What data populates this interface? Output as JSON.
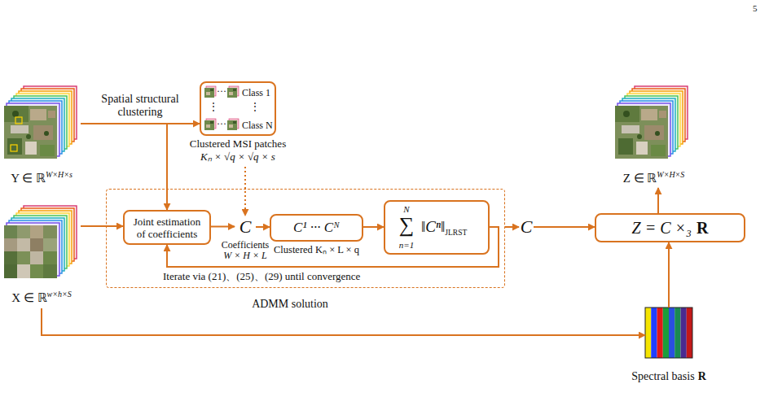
{
  "diagram": {
    "nodes": [
      {
        "text": [
          "Y ∈ ℝ",
          "W×H×s"
        ]
      },
      {
        "text": [
          "···",
          "Class 1",
          "⋮",
          "⋮",
          "···",
          "Class N",
          "Clustered MSI patches",
          "Kₙ × √q × √q × s"
        ]
      },
      {
        "text": [
          "X ∈ ℝ",
          "w×h×S"
        ]
      },
      {
        "text": [
          "ADMM solution"
        ]
      },
      {
        "text": [
          "Joint estimation of coefficients"
        ],
        "in": 3
      },
      {
        "text": [
          "C",
          "Coefficients",
          "W × H × L"
        ],
        "in": 3
      },
      {
        "text": [
          "C¹ ··· Cᴺ",
          "Clustered Kₙ × L × q"
        ],
        "in": 3
      },
      {
        "text": [
          "N",
          "∑",
          "n=1",
          "‖Cⁿ‖",
          "JLRST"
        ],
        "in": 3
      },
      {
        "text": [
          "C"
        ]
      },
      {
        "text": [
          "Z = C ×₃",
          "R"
        ]
      },
      {
        "text": [
          "Z ∈ ℝ",
          "W×H×S"
        ]
      },
      {
        "text": [
          "Spectral basis",
          "R"
        ]
      }
    ],
    "edges": [
      {
        "from": 0,
        "to": 1,
        "arrow": "to",
        "label": "Spatial structural clustering"
      },
      {
        "from": 0,
        "to": 4,
        "arrow": "to"
      },
      {
        "from": 2,
        "to": 4,
        "arrow": "to"
      },
      {
        "from": 1,
        "to": 5,
        "arrow": "to"
      },
      {
        "from": 4,
        "to": 5,
        "arrow": "to"
      },
      {
        "from": 5,
        "to": 6,
        "arrow": "to"
      },
      {
        "from": 6,
        "to": 7,
        "arrow": "to"
      },
      {
        "from": 7,
        "to": 4,
        "arrow": "to",
        "label": "Iterate via (21)、(25)、(29) until convergence"
      },
      {
        "from": 3,
        "to": 8,
        "arrow": "to"
      },
      {
        "from": 8,
        "to": 9,
        "arrow": "to"
      },
      {
        "from": 9,
        "to": 10,
        "arrow": "to"
      },
      {
        "from": 2,
        "to": 11,
        "arrow": "to"
      },
      {
        "from": 11,
        "to": 9,
        "arrow": "to"
      }
    ],
    "labels": [
      "5"
    ]
  }
}
